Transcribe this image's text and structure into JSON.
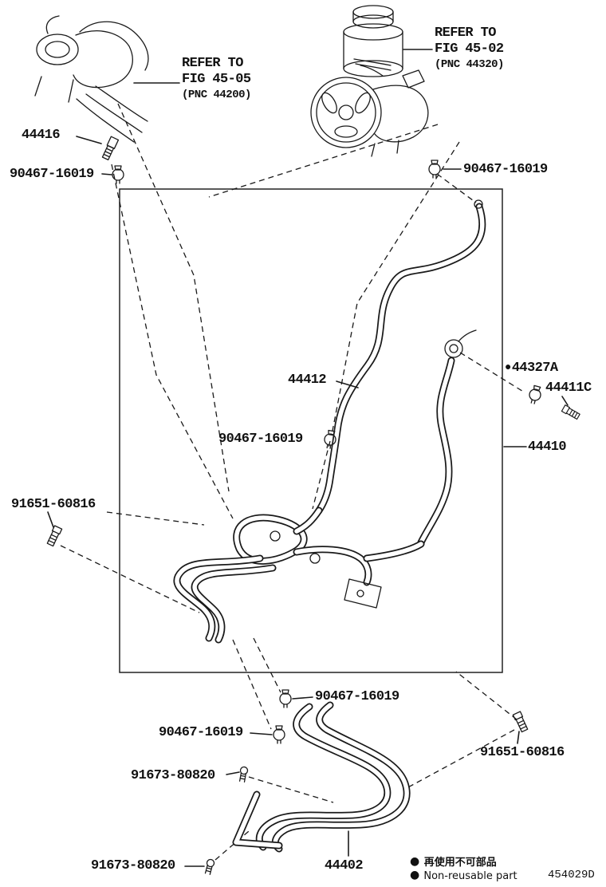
{
  "page": {
    "background": "#ffffff",
    "ink": "#1a1a1a"
  },
  "callouts": {
    "refer_top_left": {
      "line1": "REFER TO",
      "line2": "FIG 45-05",
      "line3": "(PNC 44200)"
    },
    "refer_top_right": {
      "line1": "REFER TO",
      "line2": "FIG 45-02",
      "line3": "(PNC 44320)"
    },
    "part_44416": "44416",
    "clamp_top_left": "90467-16019",
    "clamp_top_right": "90467-16019",
    "hose_44412": "44412",
    "part_44327a_bullet": "●",
    "part_44327a": "44327A",
    "part_44411c": "44411C",
    "clamp_mid": "90467-16019",
    "tube_44410": "44410",
    "bolt_left_91651": "91651-60816",
    "clamp_lower_right": "90467-16019",
    "clamp_lower_left": "90467-16019",
    "bolt_right_91651": "91651-60816",
    "screw_upper_91673": "91673-80820",
    "screw_lower_91673": "91673-80820",
    "tube_44402": "44402"
  },
  "legend": {
    "bullet": "●",
    "jp": "再使用不可部品",
    "en": "Non-reusable part"
  },
  "drawing_code": "454029D"
}
